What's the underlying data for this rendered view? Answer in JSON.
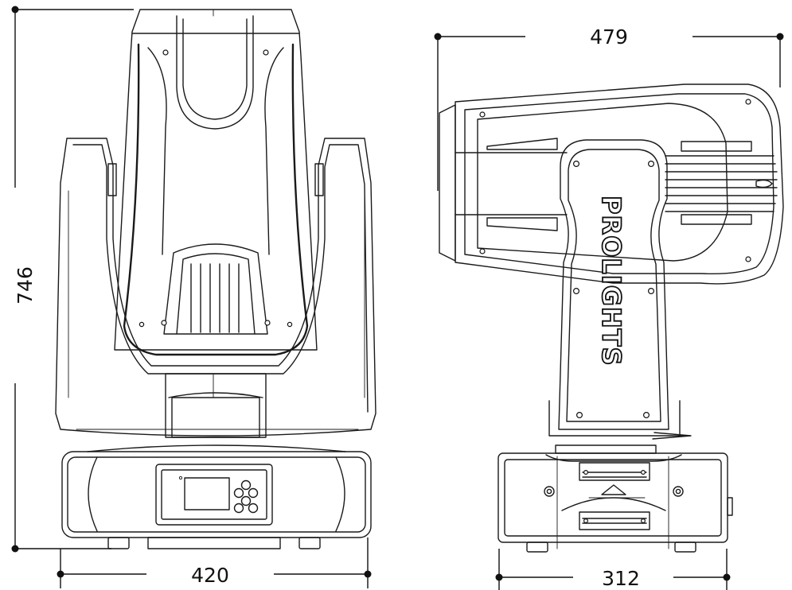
{
  "dimensions": {
    "front_height": "746",
    "front_width": "420",
    "side_length": "479",
    "side_base_width": "312"
  },
  "brand": {
    "logo_text": "PROLIGHTS"
  }
}
